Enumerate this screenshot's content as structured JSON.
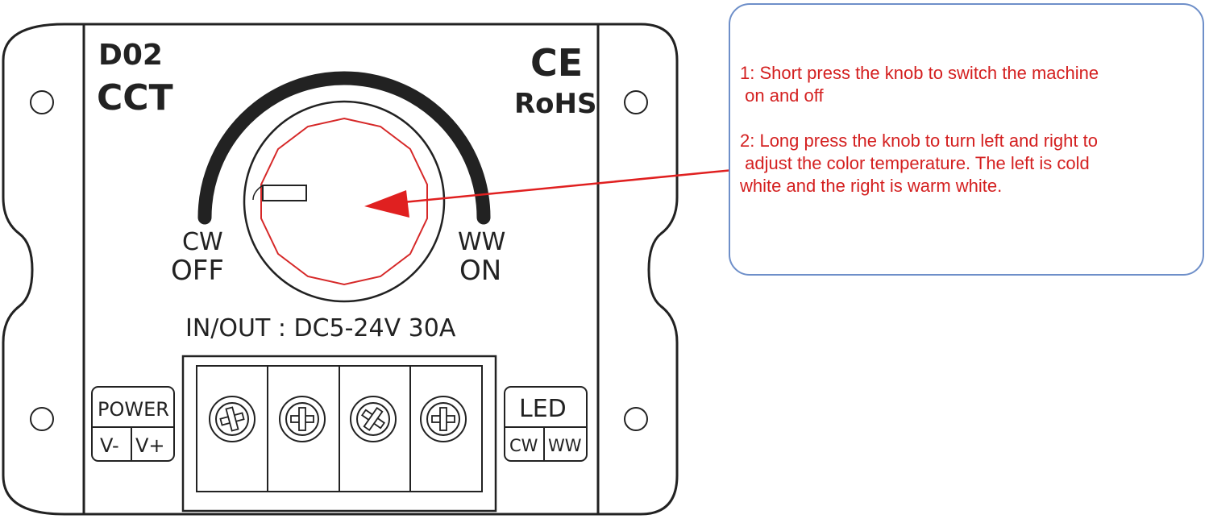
{
  "device": {
    "model": "D02",
    "type": "CCT",
    "cert_ce": "CE",
    "cert_rohs": "RoHS",
    "left_label_top": "CW",
    "left_label_bottom": "OFF",
    "right_label_top": "WW",
    "right_label_bottom": "ON",
    "rating": "IN/OUT : DC5-24V 30A",
    "power_label": "POWER",
    "power_minus": "V-",
    "power_plus": "V+",
    "led_label": "LED",
    "led_cw": "CW",
    "led_ww": "WW"
  },
  "notes": {
    "note1": "1: Short press the knob to switch the machine\n on and off",
    "note2": "2: Long press the knob to turn left and right to\n adjust the color temperature. The left is cold\nwhite and the right is warm white."
  },
  "colors": {
    "annotation": "#d42020",
    "arrow": "#e02020",
    "box_border": "#6e8fc9",
    "outline": "#222222"
  }
}
